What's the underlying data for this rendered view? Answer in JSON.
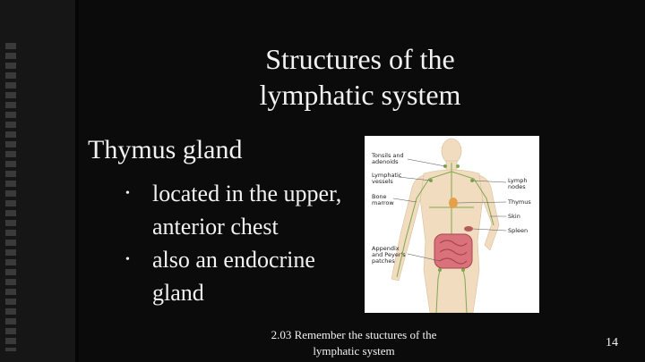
{
  "slide": {
    "title_line1": "Structures of  the",
    "title_line2": "lymphatic system",
    "subtitle": "Thymus gland",
    "bullets": [
      {
        "line1": "located in the upper,",
        "line2": "anterior chest"
      },
      {
        "line1": "also an endocrine",
        "line2": "gland"
      }
    ],
    "footer_line1": "2.03 Remember the stuctures of the",
    "footer_line2": "lymphatic system",
    "page_number": "14"
  },
  "diagram": {
    "left_labels": {
      "tonsils_1": "Tonsils and",
      "tonsils_2": "adenoids",
      "lymphatic_1": "Lymphatic",
      "lymphatic_2": "vessels",
      "bone_1": "Bone",
      "bone_2": "marrow",
      "appendix_1": "Appendix",
      "appendix_2": "and Peyer's",
      "appendix_3": "patches"
    },
    "right_labels": {
      "nodes_1": "Lymph",
      "nodes_2": "nodes",
      "thymus": "Thymus",
      "skin": "Skin",
      "spleen": "Spleen"
    },
    "colors": {
      "skin": "#f1dcc0",
      "vessels": "#7fa84e",
      "intestine": "#d9727a",
      "label_line": "#555555"
    }
  }
}
